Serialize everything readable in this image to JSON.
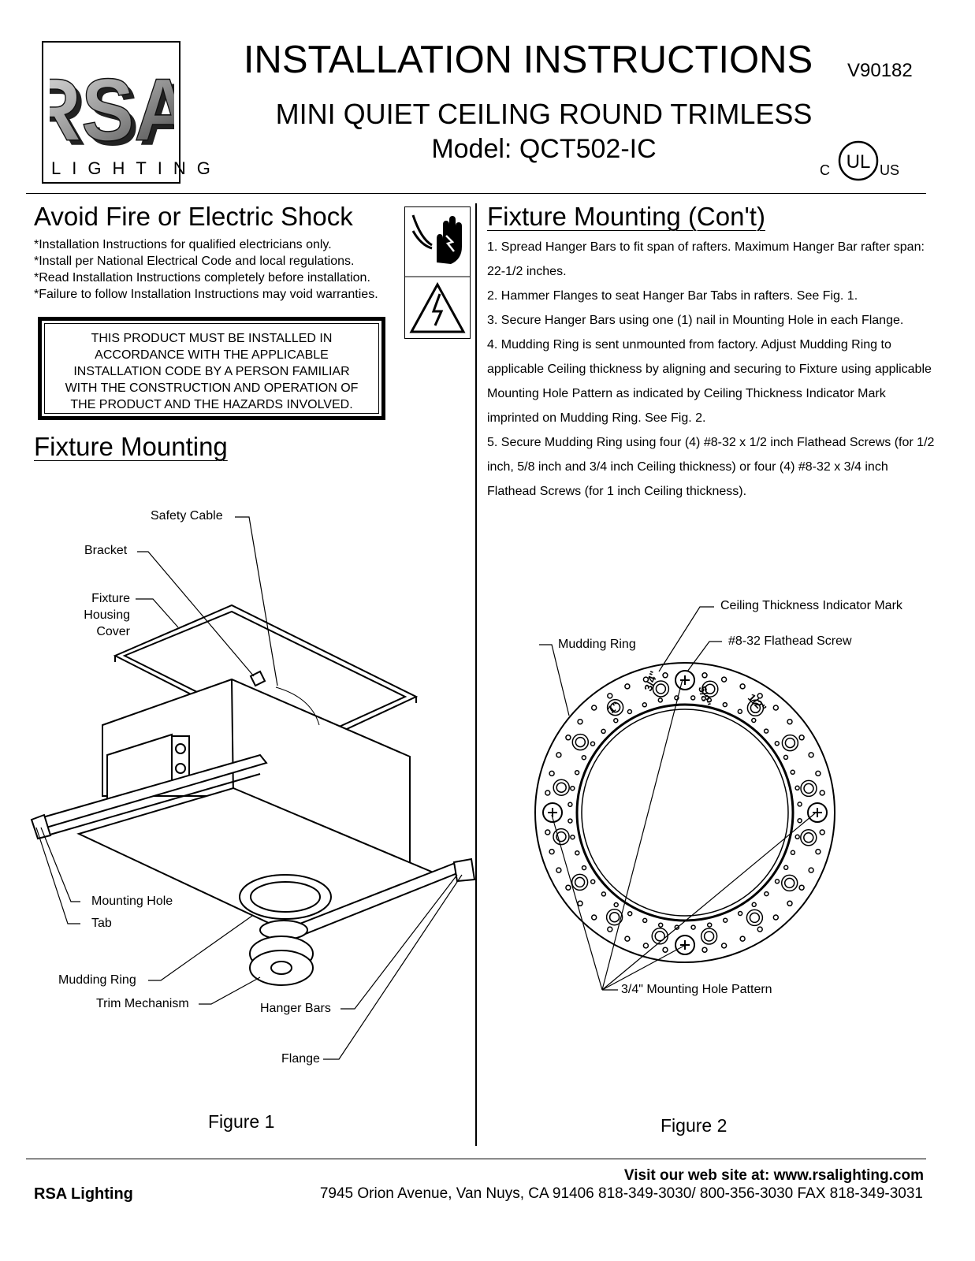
{
  "header": {
    "logo_text": "RSA",
    "logo_sub": "LIGHTING",
    "title": "INSTALLATION INSTRUCTIONS",
    "doc_code": "V90182",
    "subtitle": "MINI QUIET CEILING ROUND TRIMLESS",
    "model": "Model: QCT502-IC",
    "cert": {
      "left": "C",
      "center": "UL",
      "right": "US"
    }
  },
  "left": {
    "heading": "Avoid Fire or Electric Shock",
    "warnings": [
      "*Installation Instructions for qualified electricians only.",
      "*Install per National Electrical Code and local regulations.",
      "*Read Installation Instructions completely before installation.",
      "*Failure to follow Installation Instructions may void warranties."
    ],
    "boxed_notice": [
      "THIS PRODUCT MUST BE INSTALLED IN",
      "ACCORDANCE WITH THE APPLICABLE",
      "INSTALLATION CODE BY A PERSON FAMILIAR",
      "WITH THE CONSTRUCTION AND OPERATION OF",
      "THE PRODUCT AND THE HAZARDS INVOLVED."
    ],
    "mount_heading": "Fixture Mounting",
    "figure1": {
      "caption": "Figure 1",
      "labels": {
        "safety_cable": "Safety Cable",
        "bracket": "Bracket",
        "housing_cover_1": "Fixture",
        "housing_cover_2": "Housing",
        "housing_cover_3": "Cover",
        "mounting_hole": "Mounting Hole",
        "tab": "Tab",
        "mudding_ring": "Mudding Ring",
        "trim_mechanism": "Trim Mechanism",
        "hanger_bars": "Hanger Bars",
        "flange": "Flange"
      }
    }
  },
  "right": {
    "heading": "Fixture Mounting (Con't)",
    "steps": [
      "1. Spread Hanger Bars to fit span of rafters. Maximum Hanger Bar rafter span: 22-1/2 inches.",
      "2. Hammer Flanges to seat Hanger Bar Tabs in rafters. See Fig. 1.",
      "3. Secure Hanger Bars using one (1) nail in Mounting Hole in each Flange.",
      "4. Mudding Ring is sent unmounted from factory. Adjust Mudding Ring to applicable Ceiling thickness by aligning and securing to Fixture using applicable Mounting Hole Pattern as indicated by Ceiling Thickness Indicator Mark imprinted on Mudding Ring. See Fig. 2.",
      "5. Secure Mudding Ring using four (4) #8-32 x 1/2 inch Flathead Screws (for 1/2 inch, 5/8 inch and 3/4 inch Ceiling thickness) or four (4) #8-32 x 3/4 inch Flathead Screws (for 1 inch Ceiling thickness)."
    ],
    "figure2": {
      "caption": "Figure 2",
      "labels": {
        "indicator": "Ceiling Thickness Indicator Mark",
        "mudding_ring": "Mudding Ring",
        "screw": "#8-32 Flathead Screw",
        "pattern": "3/4\" Mounting Hole Pattern"
      },
      "ring_marks": [
        "1\"",
        "3/4\"",
        "5/8\"",
        "1/2\""
      ]
    }
  },
  "footer": {
    "website": "Visit our web site at: www.rsalighting.com",
    "company": "RSA Lighting",
    "address": "7945 Orion Avenue, Van Nuys, CA 91406   818-349-3030/ 800-356-3030   FAX 818-349-3031"
  }
}
